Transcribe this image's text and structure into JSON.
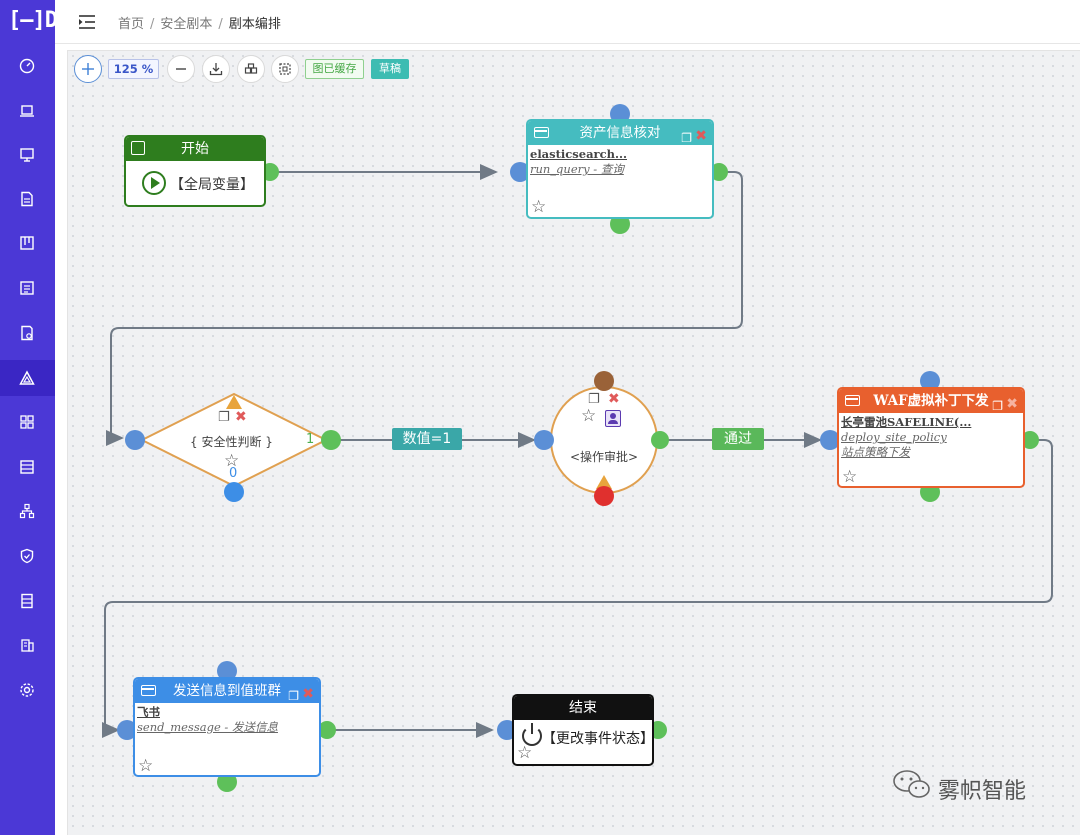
{
  "app": {
    "logo_text": "[—]D"
  },
  "sidebar": {
    "items": [
      {
        "icon": "dashboard-icon"
      },
      {
        "icon": "laptop-icon"
      },
      {
        "icon": "monitor-icon"
      },
      {
        "icon": "document-icon"
      },
      {
        "icon": "board-icon"
      },
      {
        "icon": "list-icon"
      },
      {
        "icon": "report-icon"
      },
      {
        "icon": "playbook-icon",
        "active": true
      },
      {
        "icon": "grid-icon"
      },
      {
        "icon": "table-icon"
      },
      {
        "icon": "org-chart-icon"
      },
      {
        "icon": "shield-icon"
      },
      {
        "icon": "storage-icon"
      },
      {
        "icon": "building-icon"
      },
      {
        "icon": "gear-icon"
      }
    ],
    "accent": "#4b38d6"
  },
  "breadcrumb": {
    "home": "首页",
    "section": "安全剧本",
    "current": "剧本编排",
    "separator": "/"
  },
  "toolbar": {
    "zoom": "125 %",
    "saved_tag": "图已缓存",
    "draft_tag": "草稿"
  },
  "nodes": {
    "start": {
      "title": "开始",
      "body": "【全局变量】"
    },
    "asset": {
      "title": "资产信息核对",
      "app": "elasticsearch...",
      "action": "run_query - 查询"
    },
    "decision": {
      "label": "{ 安全性判断 }",
      "true_out": "1",
      "false_out": "0"
    },
    "approval": {
      "label": "<操作审批>"
    },
    "waf": {
      "title": "WAF虚拟补丁下发",
      "app": "长亭雷池SAFELINE(...",
      "action": "deploy_site_policy",
      "action_desc": "站点策略下发"
    },
    "notify": {
      "title": "发送信息到值班群",
      "app": "飞书",
      "action": "send_message - 发送信息"
    },
    "end": {
      "title": "结束",
      "body": "【更改事件状态】"
    }
  },
  "edges": {
    "cond_label": "数值=1",
    "pass_label": "通过"
  },
  "colors": {
    "start": "#2e7d1e",
    "asset": "#45bcc0",
    "decision": "#e0a050",
    "approval": "#e0a050",
    "waf": "#e8602e",
    "notify": "#3d8ee6",
    "end": "#111111",
    "port_in": "#5b8fd6",
    "port_out": "#5ec05a",
    "edge": "#707a86"
  },
  "watermark": "雾帜智能"
}
